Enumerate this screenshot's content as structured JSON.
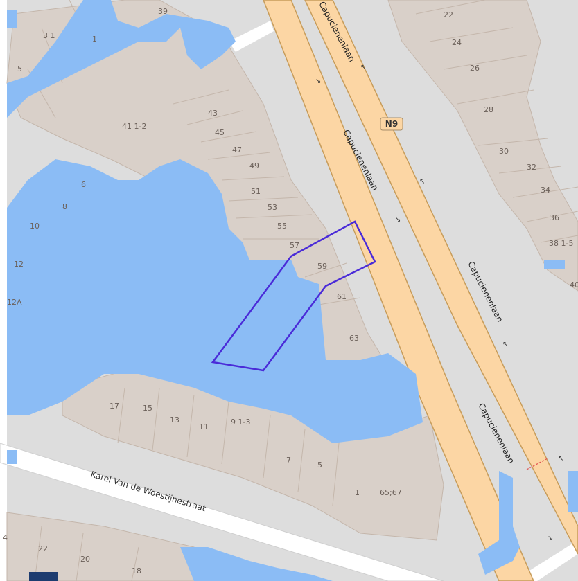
{
  "map": {
    "roads": {
      "main_road_name": "Capucienenlaan",
      "route_ref": "N9",
      "side_street_name": "Karel Van de Woestijnestraat"
    },
    "house_numbers": [
      "39",
      "3 1",
      "1",
      "5",
      "43",
      "45",
      "47",
      "41 1-2",
      "49",
      "6",
      "51",
      "8",
      "53",
      "10",
      "55",
      "57",
      "12",
      "59",
      "12A",
      "61",
      "63",
      "17",
      "15",
      "13",
      "11",
      "9 1-3",
      "7",
      "5",
      "1",
      "65;67",
      "22",
      "20",
      "18",
      "22",
      "24",
      "26",
      "28",
      "30",
      "32",
      "34",
      "36",
      "38 1-5",
      "40",
      "4"
    ],
    "colors": {
      "background": "#dddddd",
      "building": "#d9d0c9",
      "building_outline": "#c4b6ab",
      "water_overlay": "#8bbcf5",
      "road_fill": "#fcd6a4",
      "road_casing": "#c79c5a",
      "street": "#ffffff",
      "parcel_outline": "#4a2bd8"
    }
  }
}
